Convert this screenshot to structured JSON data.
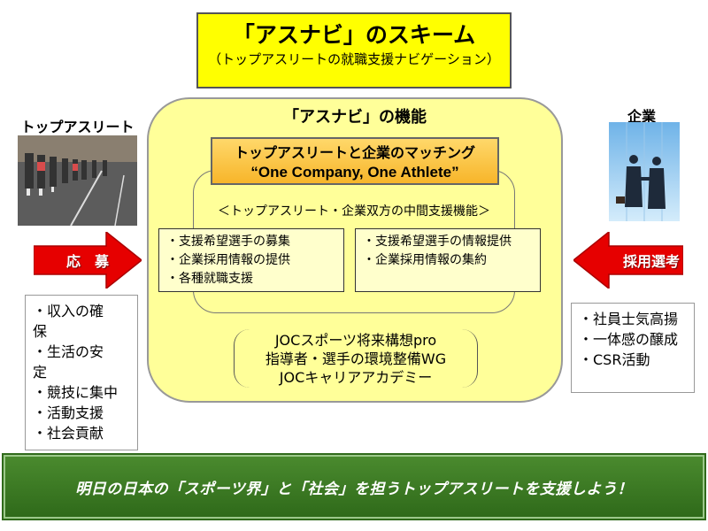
{
  "title": {
    "main": "「アスナビ」のスキーム",
    "sub": "（トップアスリートの就職支援ナビゲーション）"
  },
  "panel": {
    "title": "「アスナビ」の機能",
    "matching_line1": "トップアスリートと企業のマッチング",
    "matching_line2": "“One Company, One Athlete”",
    "mid_caption": "＜トップアスリート・企業双方の中間支援機能＞",
    "left_functions": [
      "・支援希望選手の募集",
      "・企業採用情報の提供",
      "・各種就職支援"
    ],
    "right_functions": [
      "・支援希望選手の情報提供",
      "・企業採用情報の集約"
    ],
    "joc_items": [
      "JOCスポーツ将来構想pro",
      "指導者・選手の環境整備WG",
      "JOCキャリアアカデミー"
    ]
  },
  "athlete": {
    "label": "トップアスリート",
    "arrow_label": "応　募",
    "benefits": [
      "・収入の確",
      "保",
      "・生活の安",
      "定",
      "・競技に集中",
      "・活動支援",
      "・社会貢献"
    ]
  },
  "company": {
    "label": "企業",
    "arrow_label": "採用選考",
    "benefits": [
      "・社員士気高揚",
      "・一体感の醸成",
      "・CSR活動"
    ]
  },
  "banner": {
    "text": "明日の日本の「スポーツ界」と「社会」を担うトップアスリートを支援しよう！"
  },
  "colors": {
    "title_bg": "#ffff00",
    "panel_bg": "#ffff99",
    "matching_bg": "#f7b52a",
    "arrow_red": "#e60000",
    "banner_green": "#3b7a24"
  }
}
